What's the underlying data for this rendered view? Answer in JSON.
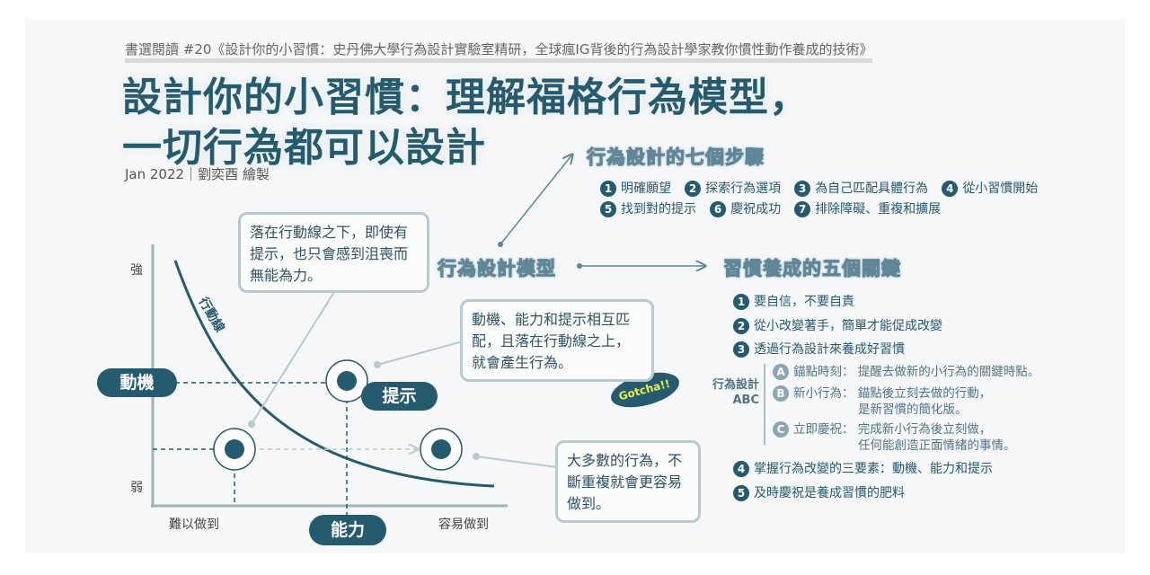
{
  "header": {
    "subtitle": "書選閱讀 #20《設計你的小習慣：史丹佛大學行為設計實驗室精研，全球瘋IG背後的行為設計學家教你慣性動作養成的技術》",
    "title_line1": "設計你的小習慣：理解福格行為模型，",
    "title_line2": "一切行為都可以設計",
    "byline": "Jan 2022｜劉奕酉 繪製"
  },
  "colors": {
    "primary": "#245b6f",
    "bubble_border": "#b8c9d0",
    "gotcha": "#e8f04a",
    "background": "#f6f7f8"
  },
  "model": {
    "center_label": "行為設計模型",
    "axis": {
      "y_high": "強",
      "y_low": "弱",
      "x_low": "難以做到",
      "x_high": "容易做到",
      "y_name": "動機",
      "x_name": "能力"
    },
    "curve_label": "行動線",
    "prompt_label": "提示",
    "bubbles": [
      "落在行動線之下，即使有提示，也只會感到沮喪而無能為力。",
      "動機、能力和提示相互匹配，且落在行動線之上，就會產生行為。",
      "大多數的行為，不斷重複就會更容易做到。"
    ],
    "gotcha": "Gotcha!!"
  },
  "seven_steps": {
    "heading": "行為設計的七個步驟",
    "items": [
      {
        "n": "1",
        "text": "明確願望"
      },
      {
        "n": "2",
        "text": "探索行為選項"
      },
      {
        "n": "3",
        "text": "為自己匹配具體行為"
      },
      {
        "n": "4",
        "text": "從小習慣開始"
      },
      {
        "n": "5",
        "text": "找到對的提示"
      },
      {
        "n": "6",
        "text": "慶祝成功"
      },
      {
        "n": "7",
        "text": "排除障礙、重複和擴展"
      }
    ]
  },
  "five_keys": {
    "heading": "習慣養成的五個關鍵",
    "items": [
      {
        "n": "1",
        "text": "要自信，不要自責"
      },
      {
        "n": "2",
        "text": "從小改變著手，簡單才能促成改變"
      },
      {
        "n": "3",
        "text": "透過行為設計來養成好習慣"
      },
      {
        "n": "4",
        "text": "掌握行為改變的三要素：動機、能力和提示"
      },
      {
        "n": "5",
        "text": "及時慶祝是養成習慣的肥料"
      }
    ],
    "abc_label_1": "行為設計",
    "abc_label_2": "ABC",
    "abc": [
      {
        "n": "A",
        "name": "錨點時刻：",
        "line1": "提醒去做新的小行為的關鍵時點。",
        "line2": ""
      },
      {
        "n": "B",
        "name": "新小行為：",
        "line1": "錨點後立刻去做的行動，",
        "line2": "是新習慣的簡化版。"
      },
      {
        "n": "C",
        "name": "立即慶祝：",
        "line1": "完成新小行為後立刻做，",
        "line2": "任何能創造正面情緒的事情。"
      }
    ]
  }
}
